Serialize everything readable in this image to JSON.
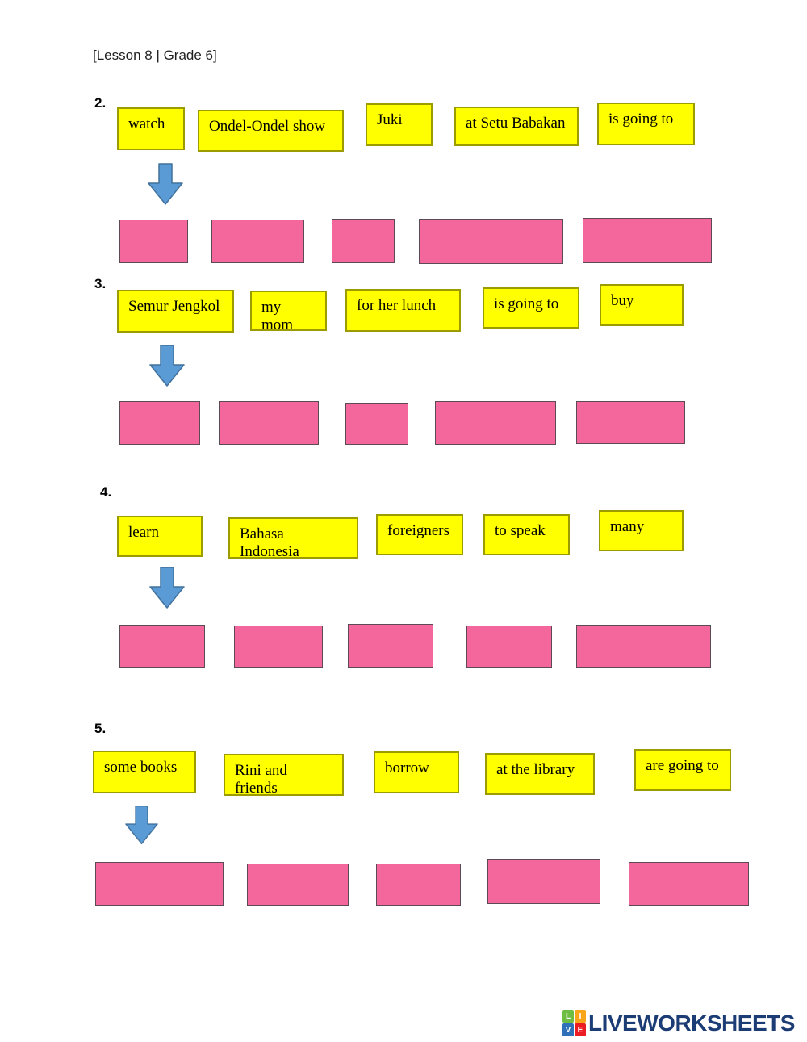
{
  "header": {
    "title": "[Lesson 8 | Grade 6]"
  },
  "sections": [
    {
      "number": "2.",
      "words": [
        "watch",
        "Ondel-Ondel show",
        "Juki",
        "at Setu Babakan",
        "is going to"
      ],
      "answer_slots": 5
    },
    {
      "number": "3.",
      "words": [
        "Semur Jengkol",
        "my mom",
        "for her lunch",
        "is going to",
        "buy"
      ],
      "answer_slots": 5
    },
    {
      "number": "4.",
      "words": [
        "learn",
        "Bahasa Indonesia",
        "foreigners",
        "to speak",
        "many"
      ],
      "answer_slots": 5
    },
    {
      "number": "5.",
      "words": [
        "some books",
        "Rini and friends",
        "borrow",
        "at the library",
        "are going to"
      ],
      "answer_slots": 5
    }
  ],
  "icons": {
    "arrow": "arrow-down-icon",
    "logo": "liveworksheets-logo-icon"
  },
  "colors": {
    "word_box_fill": "#FFFF00",
    "word_box_border": "#9c9c00",
    "answer_box_fill": "#F4679D",
    "answer_box_border": "#5d4a55",
    "arrow_fill": "#5B9BD5",
    "arrow_border": "#41719C",
    "brand_navy": "#1B3C74",
    "logo_green": "#6FBE44",
    "logo_orange": "#F9A51A",
    "logo_blue": "#2E71B8",
    "logo_red": "#EC1C24"
  },
  "footer": {
    "brand": "LIVEWORKSHEETS",
    "logo_letters": [
      "L",
      "I",
      "V",
      "E"
    ]
  }
}
